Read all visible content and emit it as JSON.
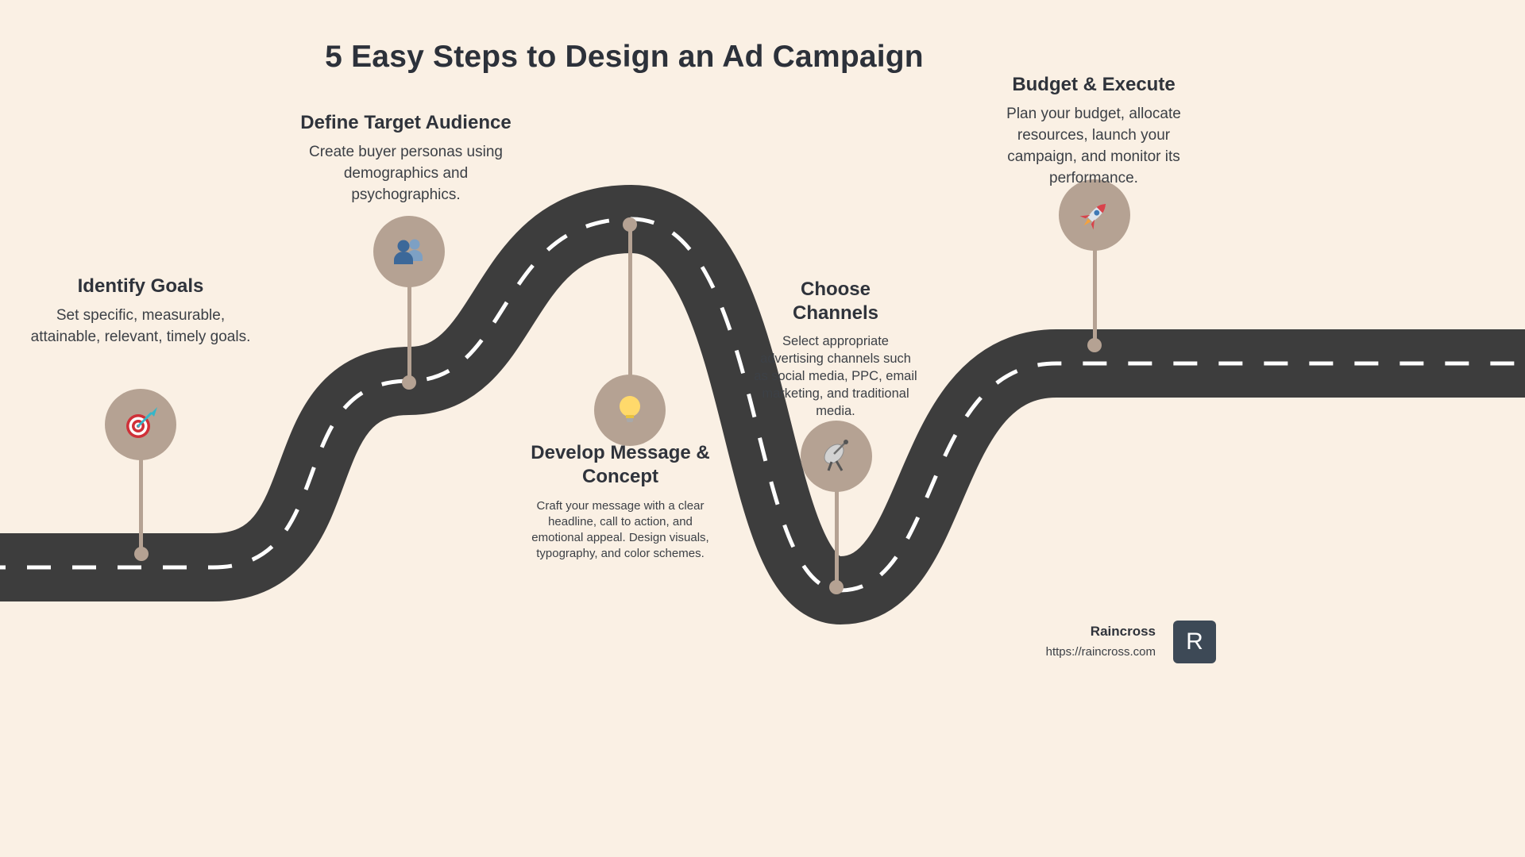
{
  "title": "5 Easy Steps to Design an Ad Campaign",
  "steps": [
    {
      "title": "Identify Goals",
      "description": "Set specific, measurable, attainable, relevant, timely goals.",
      "icon": "target-icon"
    },
    {
      "title": "Define Target Audience",
      "description": "Create buyer personas using demographics and psychographics.",
      "icon": "audience-icon"
    },
    {
      "title": "Develop Message & Concept",
      "description": "Craft your message with a clear headline, call to action, and emotional appeal. Design visuals, typography, and color schemes.",
      "icon": "bulb-icon"
    },
    {
      "title": "Choose Channels",
      "description": "Select appropriate advertising channels such as social media, PPC, email marketing, and traditional media.",
      "icon": "satellite-icon"
    },
    {
      "title": "Budget & Execute",
      "description": "Plan your budget, allocate resources, launch your campaign, and monitor its performance.",
      "icon": "rocket-icon"
    }
  ],
  "footer": {
    "brand": "Raincross",
    "url": "https://raincross.com",
    "logo_letter": "R"
  },
  "colors": {
    "background": "#faf0e4",
    "road": "#3d3d3d",
    "road_dash": "#ffffff",
    "marker": "#b5a293",
    "heading": "#2f333b",
    "body_text": "#3c4046",
    "logo_bg": "#3d4956"
  }
}
